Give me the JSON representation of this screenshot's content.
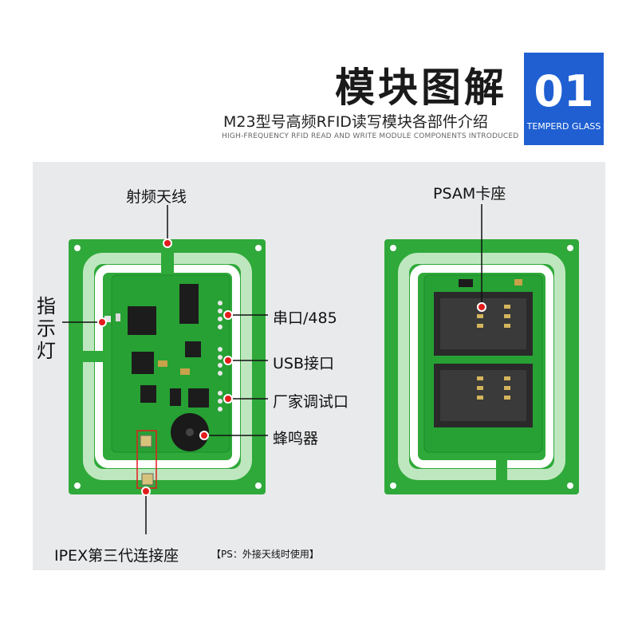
{
  "header": {
    "title": "模块图解",
    "subtitle": "M23型号高频RFID读写模块各部件介绍",
    "tagline": "HIGH-FREQUENCY RFID READ AND WRITE MODULE COMPONENTS INTRODUCED",
    "badge_number": "01",
    "badge_text": "TEMPERD GLASS"
  },
  "labels": {
    "antenna": "射频天线",
    "indicator": "指示灯",
    "serial": "串口/485",
    "usb": "USB接口",
    "debug": "厂家调试口",
    "buzzer": "蜂鸣器",
    "ipex": "IPEX第三代连接座",
    "ipex_note": "【PS：外接天线时使用】",
    "psam": "PSAM卡座"
  },
  "colors": {
    "brand_blue": "#1f5fd2",
    "pcb_green": "#2fa93a",
    "annotation_red": "#e21c1c"
  }
}
